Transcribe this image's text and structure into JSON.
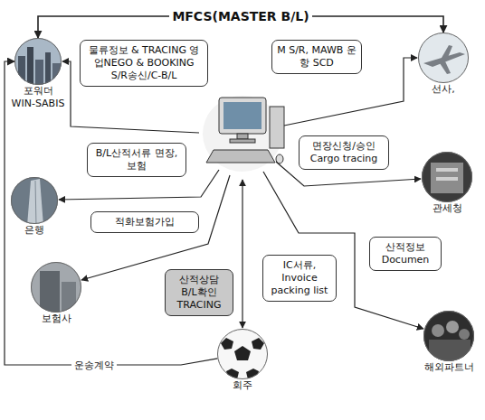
{
  "diagram": {
    "nodes": [
      {
        "text": [
          "포워더",
          "WIN-SABIS"
        ]
      },
      {
        "text": [
          "물류정보 & TRACING 영업NEGO & BOOKING S/R송신/C-B/L"
        ]
      },
      {
        "text": [
          "M S/R, MAWB 운항 SCD"
        ]
      },
      {
        "text": [
          "선사,"
        ]
      },
      {
        "text": [
          "B/L산적서류 면장,보험"
        ]
      },
      {
        "text": [
          "면장신청/승인 Cargo tracing"
        ]
      },
      {
        "text": [
          "관세청"
        ]
      },
      {
        "text": [
          "은행"
        ]
      },
      {
        "text": [
          "적화보험가입"
        ]
      },
      {
        "text": [
          "산적정보 Documen"
        ]
      },
      {
        "text": [
          "IC서류, Invoice packing list"
        ]
      },
      {
        "text": [
          "산적상담 B/L확인 TRACING"
        ]
      },
      {
        "text": [
          "보험사"
        ]
      },
      {
        "text": [
          "해외파트너"
        ]
      },
      {
        "text": [
          "회주"
        ]
      }
    ],
    "edges": [
      {
        "from": 0,
        "to": 3,
        "arrow": "both",
        "label": "MFCS(MASTER B/L)"
      },
      {
        "from": 14,
        "to": 0,
        "arrow": "to",
        "label": "운송계약"
      }
    ]
  }
}
